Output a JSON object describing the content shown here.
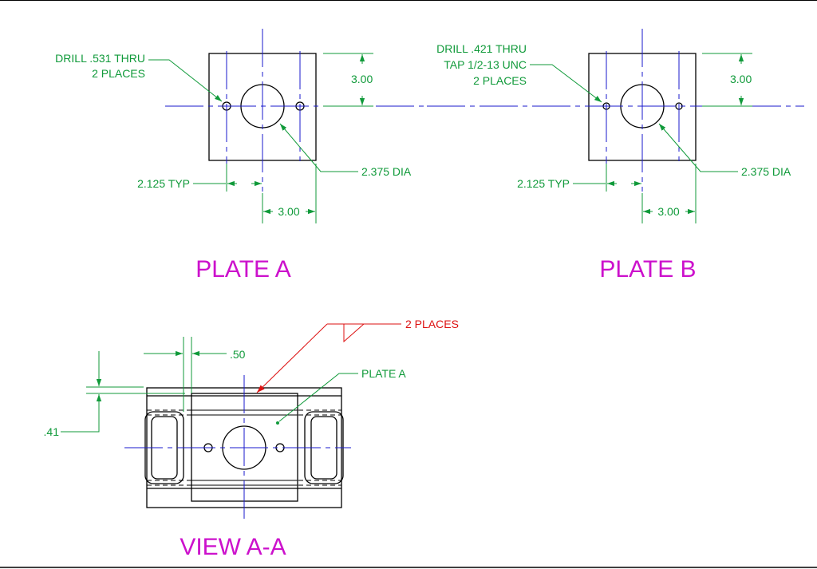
{
  "plate_a": {
    "title": "PLATE A",
    "drill_line1": "DRILL .531 THRU",
    "drill_line2": "2 PLACES",
    "height_dim": "3.00",
    "hole_dia": "2.375 DIA",
    "typ_dim": "2.125 TYP",
    "width_dim": "3.00"
  },
  "plate_b": {
    "title": "PLATE B",
    "drill_line1": "DRILL .421 THRU",
    "drill_line2": "TAP 1/2-13 UNC",
    "drill_line3": "2 PLACES",
    "height_dim": "3.00",
    "hole_dia": "2.375 DIA",
    "typ_dim": "2.125 TYP",
    "width_dim": "3.00"
  },
  "view_aa": {
    "title": "VIEW A-A",
    "weld_note": "2 PLACES",
    "plate_label": "PLATE A",
    "offset_dim": ".50",
    "thickness_dim": ".41"
  },
  "colors": {
    "object": "#000000",
    "centerline": "#1a1acc",
    "dimension": "#109a3a",
    "title": "#cc11cc",
    "weld": "#dd1111"
  }
}
